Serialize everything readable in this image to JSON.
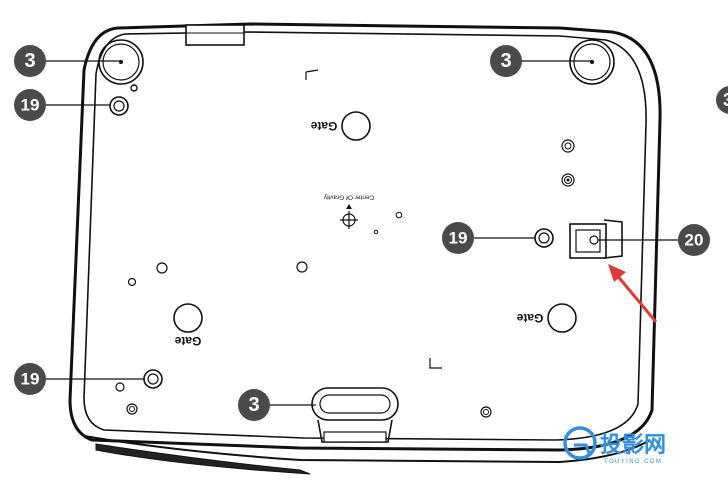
{
  "callouts": {
    "foot_front_left": "3",
    "foot_front_right": "3",
    "foot_rear_center": "3",
    "screw_top_left": "19",
    "screw_right": "19",
    "screw_bottom_left": "19",
    "security_slot": "20",
    "next_figure_partial": "3"
  },
  "labels": {
    "gate_top": "Gate",
    "gate_left": "Gate",
    "gate_right": "Gate",
    "center_of_gravity": "Center Of Gravity"
  },
  "watermark": {
    "brand": "投影网",
    "site": "TOUYING.COM"
  },
  "colors": {
    "callout_fill": "#4a4a4a",
    "arrow": "#e03b32",
    "outline": "#111111",
    "watermark": "#2f8fe0"
  }
}
